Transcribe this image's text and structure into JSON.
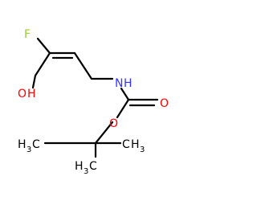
{
  "atoms": {
    "fluorine": "F",
    "hydroxyl_o": "O",
    "hydroxyl_h": "H",
    "amine_n": "N",
    "amine_h": "H",
    "carbonyl_o": "O",
    "ester_o": "O",
    "methyl_left_h": "H",
    "methyl_left_num": "3",
    "methyl_left_c": "C",
    "methyl_right_c": "C",
    "methyl_right_h": "H",
    "methyl_right_num": "3",
    "methyl_bottom_h": "H",
    "methyl_bottom_num": "3",
    "methyl_bottom_c": "C"
  },
  "colors": {
    "carbon_bond": "#000000",
    "oxygen": "#ff0000",
    "nitrogen": "#3333ff",
    "fluorine": "#9acd32",
    "generic_text": "#000000"
  }
}
